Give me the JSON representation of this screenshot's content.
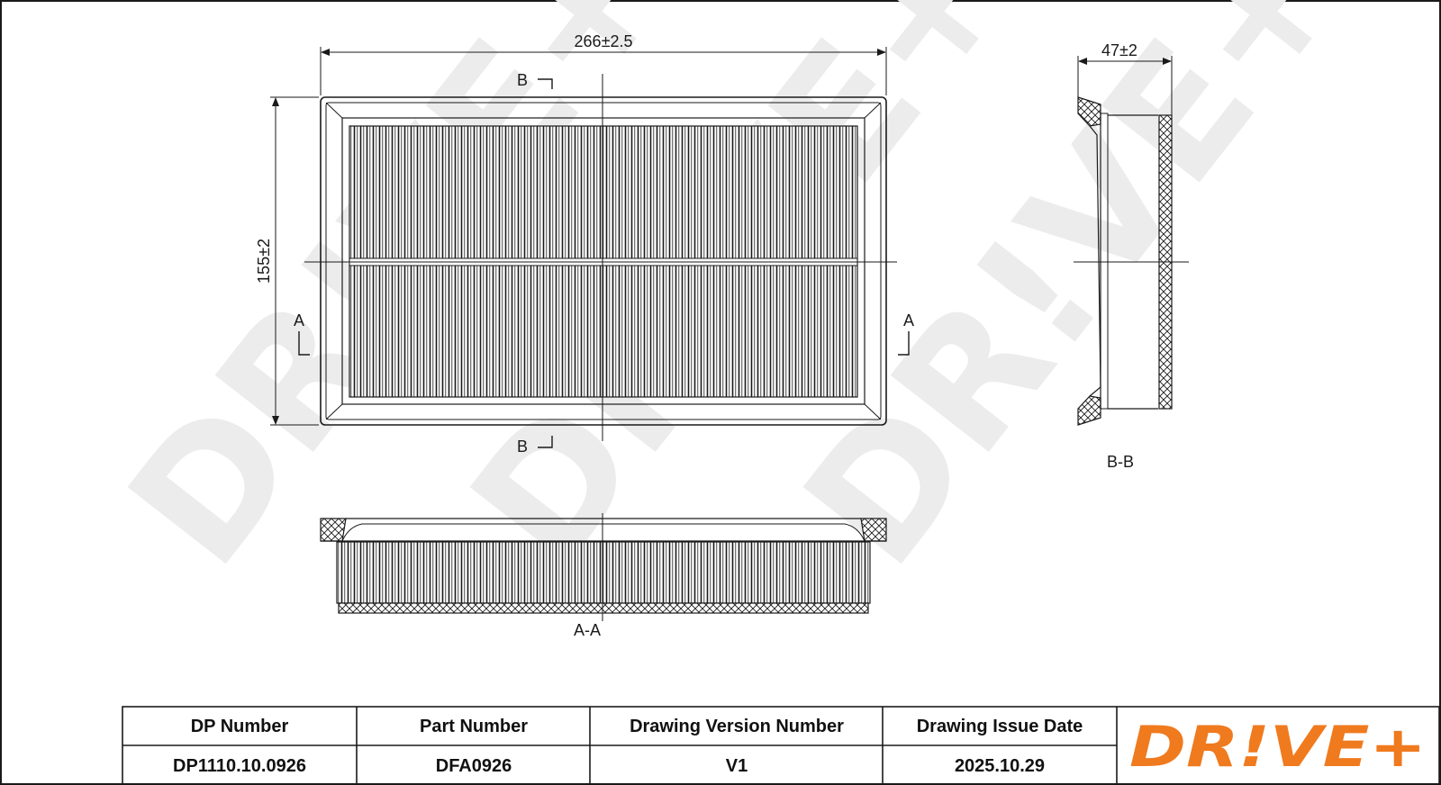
{
  "dimensions": {
    "length": "266±2.5",
    "width": "155±2",
    "height": "47±2"
  },
  "section_marks": {
    "a": "A",
    "b": "B"
  },
  "view_labels": {
    "section_aa": "A-A",
    "section_bb": "B-B"
  },
  "watermark_text": "DR!VE+",
  "title_block": {
    "headers": [
      "DP Number",
      "Part Number",
      "Drawing Version Number",
      "Drawing Issue Date"
    ],
    "values": [
      "DP1110.10.0926",
      "DFA0926",
      "V1",
      "2025.10.29"
    ]
  },
  "logo": {
    "text": "DR!VE+",
    "color": "#f07a1e"
  },
  "colors": {
    "line": "#1a1a1a",
    "watermark": "#ececec"
  }
}
